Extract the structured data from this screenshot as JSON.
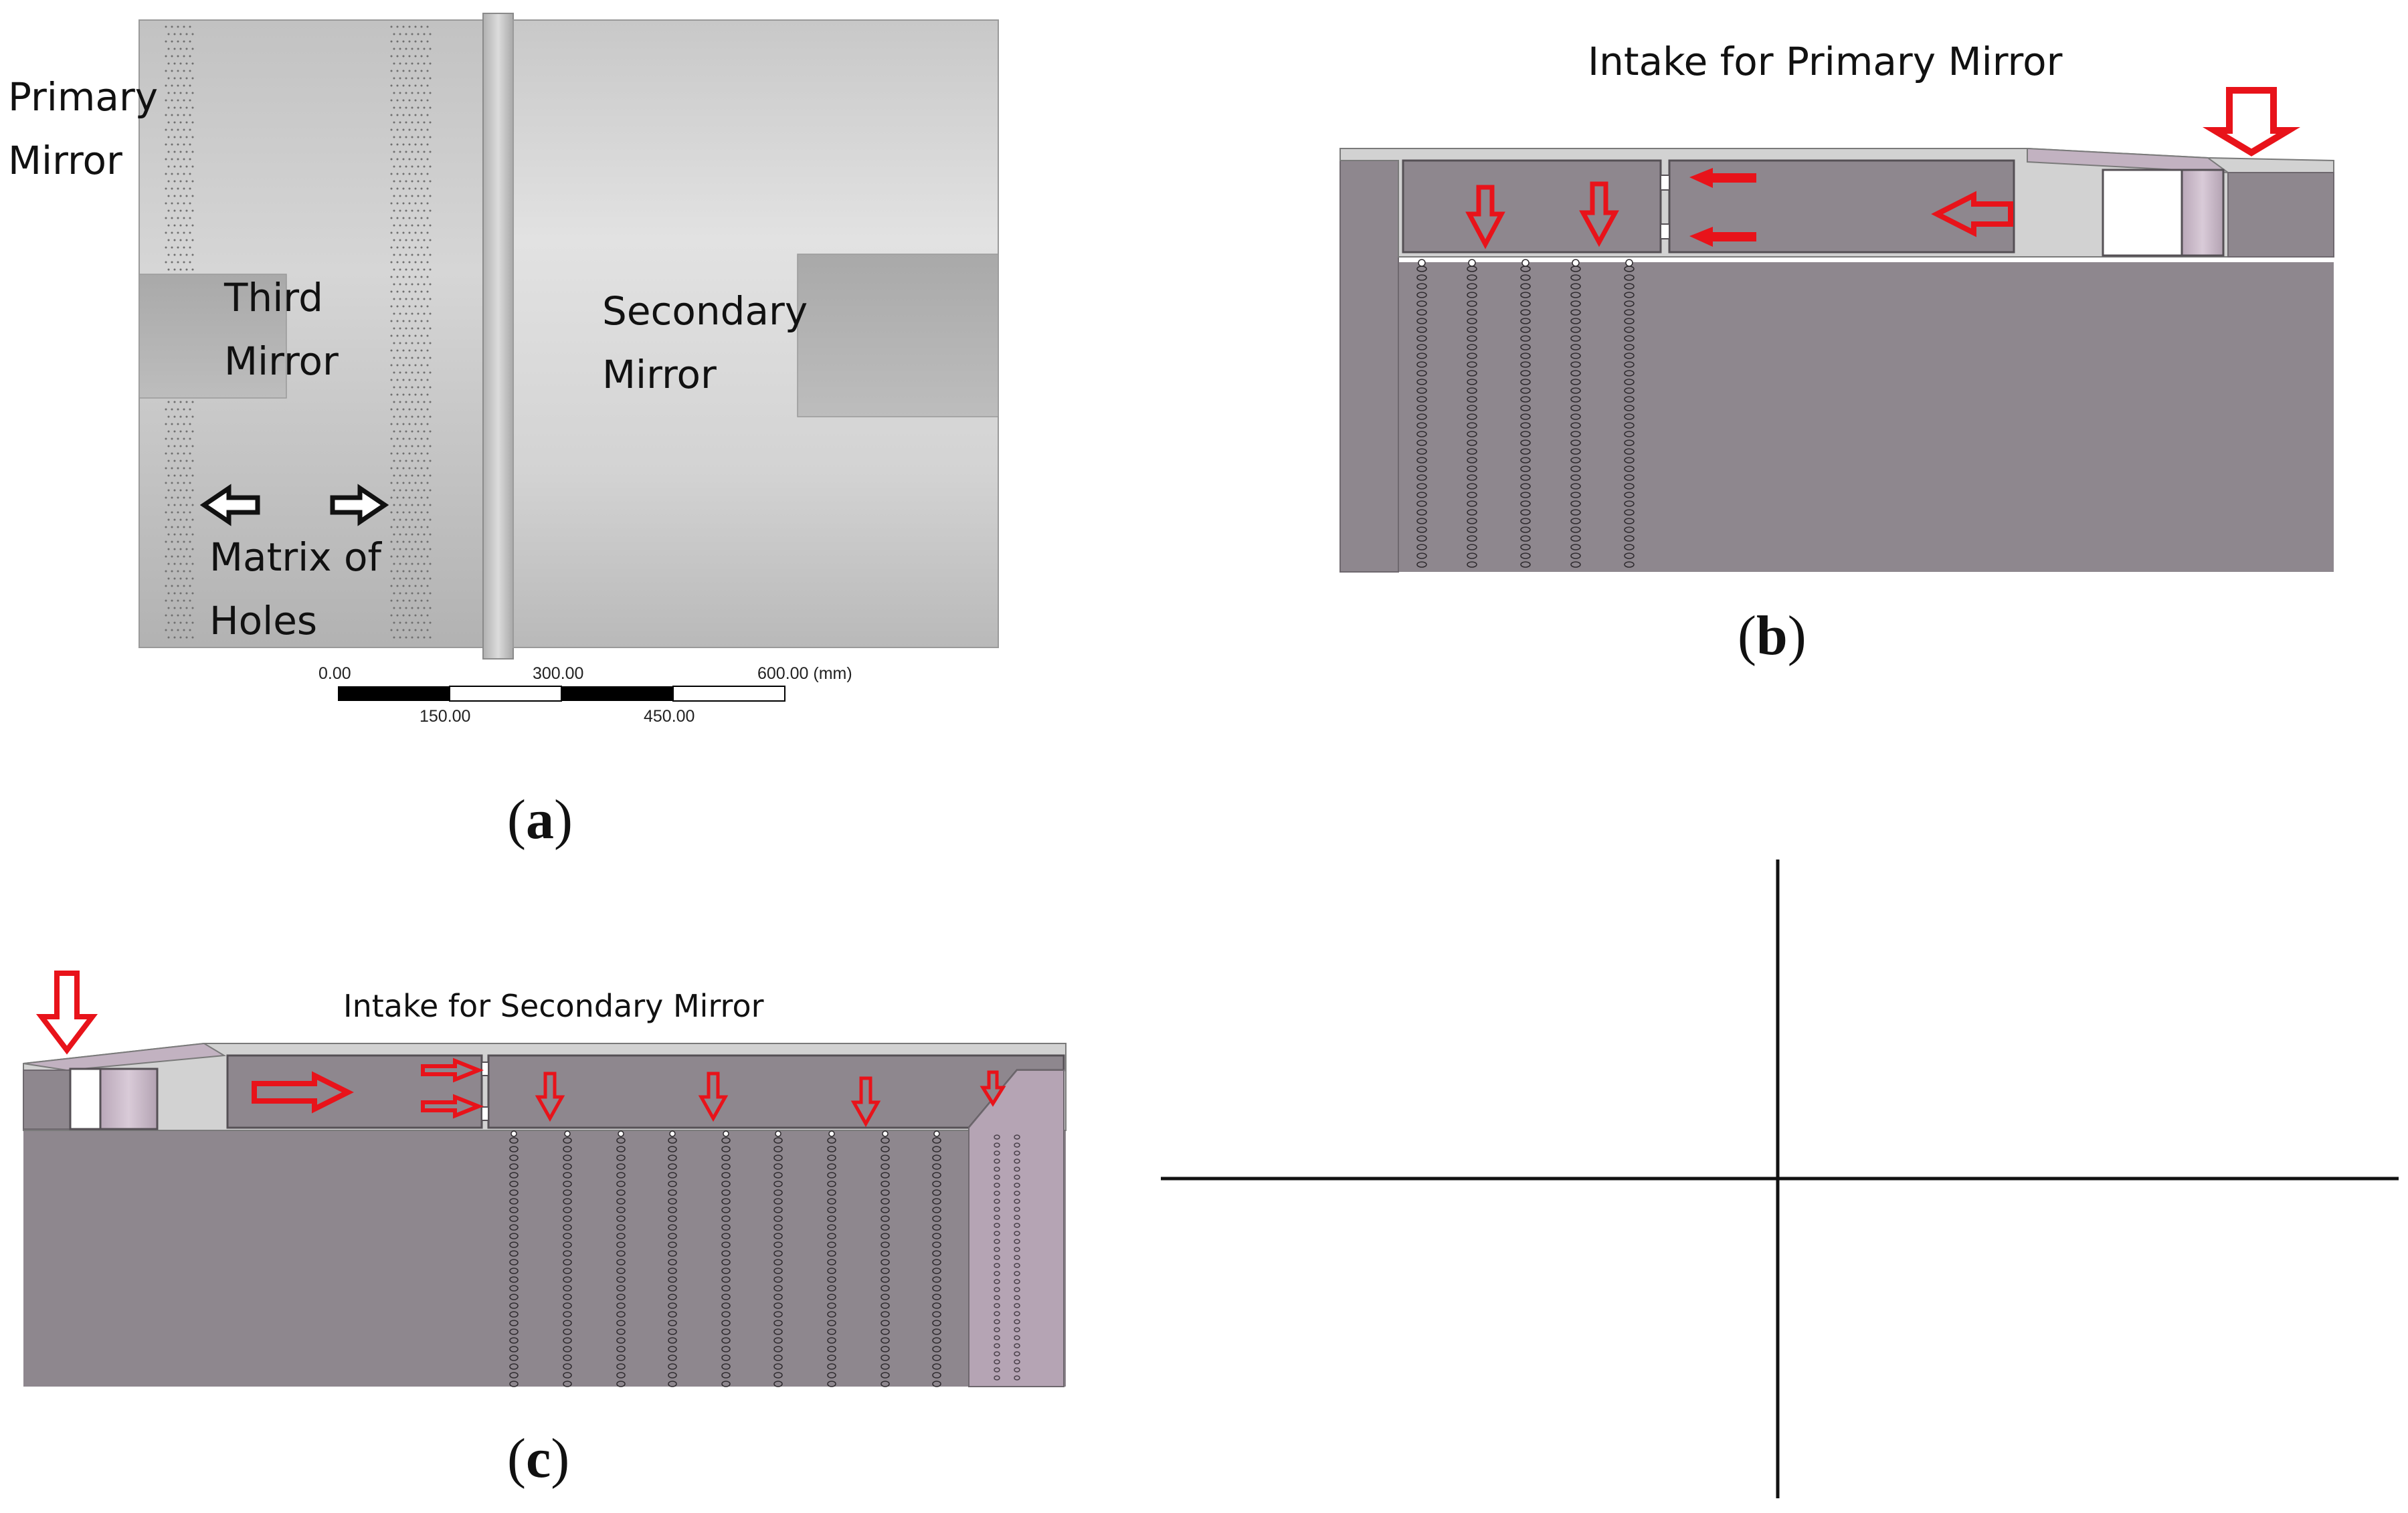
{
  "panel_a": {
    "labels": {
      "primary_line1": "Primary",
      "primary_line2": "Mirror",
      "third_line1": "Third",
      "third_line2": "Mirror",
      "secondary_line1": "Secondary",
      "secondary_line2": "Mirror",
      "holes_line1": "Matrix of",
      "holes_line2": "Holes"
    },
    "scale_bar": {
      "ticks_top": [
        "0.00",
        "300.00",
        "600.00 (mm)"
      ],
      "ticks_bottom": [
        "150.00",
        "450.00"
      ]
    },
    "caption_letter": "a"
  },
  "panel_b": {
    "title": "Intake for Primary Mirror",
    "caption_letter": "b"
  },
  "panel_c": {
    "title": "Intake for Secondary Mirror",
    "caption_letter": "c"
  },
  "colors": {
    "cad_light": "#d6d6d6",
    "cad_dark": "#8e878e",
    "pink": "#c9b7c8",
    "red_arrow": "#e8131a"
  }
}
